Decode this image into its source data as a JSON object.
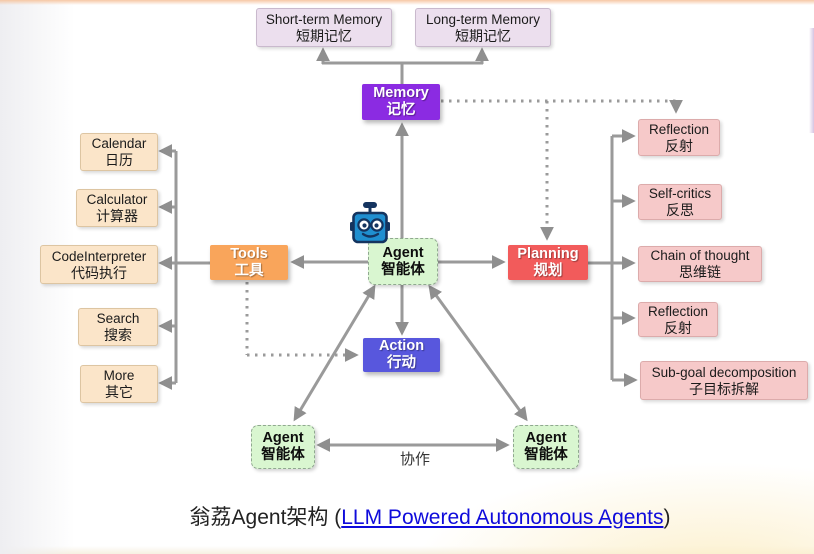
{
  "nodes": {
    "short_term": {
      "en": "Short-term Memory",
      "zh": "短期记忆"
    },
    "long_term": {
      "en": "Long-term Memory",
      "zh": "短期记忆"
    },
    "memory": {
      "en": "Memory",
      "zh": "记忆"
    },
    "calendar": {
      "en": "Calendar",
      "zh": "日历"
    },
    "calculator": {
      "en": "Calculator",
      "zh": "计算器"
    },
    "code_interpreter": {
      "en": "CodeInterpreter",
      "zh": "代码执行"
    },
    "search": {
      "en": "Search",
      "zh": "搜索"
    },
    "more": {
      "en": "More",
      "zh": "其它"
    },
    "tools": {
      "en": "Tools",
      "zh": "工具"
    },
    "agent": {
      "en": "Agent",
      "zh": "智能体"
    },
    "planning": {
      "en": "Planning",
      "zh": "规划"
    },
    "action": {
      "en": "Action",
      "zh": "行动"
    },
    "agent_bottom_left": {
      "en": "Agent",
      "zh": "智能体"
    },
    "agent_bottom_right": {
      "en": "Agent",
      "zh": "智能体"
    },
    "reflection1": {
      "en": "Reflection",
      "zh": "反射"
    },
    "self_critics": {
      "en": "Self-critics",
      "zh": "反思"
    },
    "chain_of_thought": {
      "en": "Chain of thought",
      "zh": "思维链"
    },
    "reflection2": {
      "en": "Reflection",
      "zh": "反射"
    },
    "subgoal_decomposition": {
      "en": "Sub-goal decomposition",
      "zh": "子目标拆解"
    }
  },
  "edge_labels": {
    "collaboration": "协作"
  },
  "caption": {
    "prefix": "翁荔Agent架构 (",
    "link_text": "LLM Powered Autonomous Agents",
    "suffix": ")"
  },
  "colors": {
    "memory_bg": "#8b2be2",
    "tools_bg": "#f9a55b",
    "planning_bg": "#f25b5b",
    "action_bg": "#5857dd",
    "agent_bg": "#d9f6d0",
    "lavender_bg": "#ecdfee",
    "peach_bg": "#fbe5c9",
    "pink_bg": "#f6c9c9",
    "arrow": "#9a9a9a",
    "link": "#0f0bdb"
  }
}
